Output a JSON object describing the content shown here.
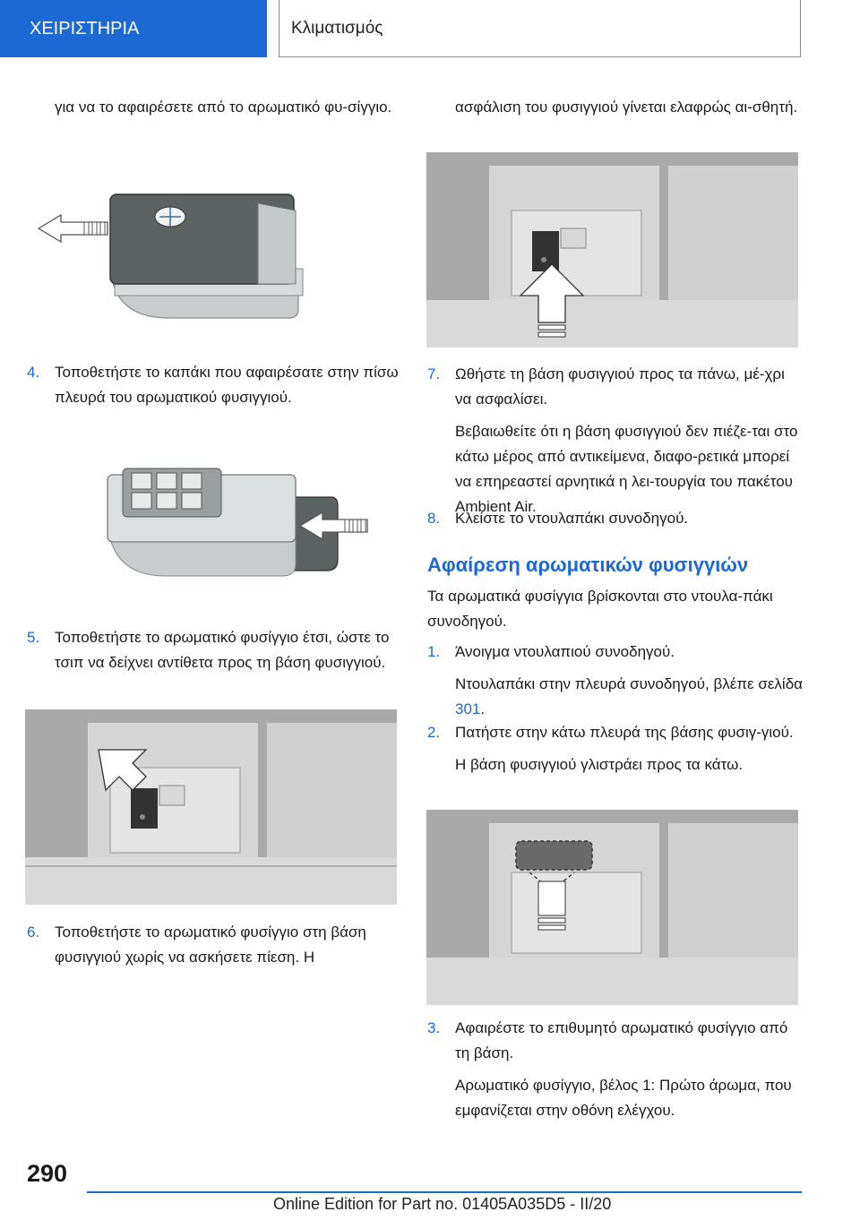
{
  "header": {
    "section": "ΧΕΙΡΙΣΤΗΡΙΑ",
    "chapter": "Κλιματισμός"
  },
  "left": {
    "intro": "για να το αφαιρέσετε από το αρωματικό φυ-σίγγιο.",
    "step4": {
      "num": "4.",
      "text": "Τοποθετήστε το καπάκι που αφαιρέσατε στην πίσω πλευρά του αρωματικού φυσιγγιού."
    },
    "step5": {
      "num": "5.",
      "text": "Τοποθετήστε το αρωματικό φυσίγγιο έτσι, ώστε το τσιπ να δείχνει αντίθετα προς τη βάση φυσιγγιού."
    },
    "step6": {
      "num": "6.",
      "text": "Τοποθετήστε το αρωματικό φυσίγγιο στη βάση φυσιγγιού χωρίς να ασκήσετε πίεση. Η"
    }
  },
  "right": {
    "intro": "ασφάλιση του φυσιγγιού γίνεται ελαφρώς αι-σθητή.",
    "step7": {
      "num": "7.",
      "text": "Ωθήστε τη βάση φυσιγγιού προς τα πάνω, μέ-χρι να ασφαλίσει.",
      "note": "Βεβαιωθείτε ότι η βάση φυσιγγιού δεν πιέζε-ται στο κάτω μέρος από αντικείμενα, διαφο-ρετικά μπορεί να επηρεαστεί αρνητικά η λει-τουργία του πακέτου Ambient Air."
    },
    "step8": {
      "num": "8.",
      "text": "Κλείστε το ντουλαπάκι συνοδηγού."
    },
    "section_title": "Αφαίρεση αρωματικών φυσιγγιών",
    "section_intro": "Τα αρωματικά φυσίγγια βρίσκονται στο ντουλα-πάκι συνοδηγού.",
    "sstep1": {
      "num": "1.",
      "text": "Άνοιγμα ντουλαπιού συνοδηγού.",
      "note_prefix": "Ντουλαπάκι στην πλευρά συνοδηγού, βλέπε σελίδα",
      "note_link": "301",
      "note_suffix": "."
    },
    "sstep2": {
      "num": "2.",
      "text": "Πατήστε στην κάτω πλευρά της βάσης φυσιγ-γιού.",
      "note": "Η βάση φυσιγγιού γλιστράει προς τα κάτω."
    },
    "sstep3": {
      "num": "3.",
      "text": "Αφαιρέστε το επιθυμητό αρωματικό φυσίγγιο από τη βάση.",
      "note": "Αρωματικό φυσίγγιο, βέλος 1: Πρώτο άρωμα, που εμφανίζεται στην οθόνη ελέγχου."
    }
  },
  "footer": {
    "page_number": "290",
    "edition": "Online Edition for Part no. 01405A035D5 - II/20"
  },
  "colors": {
    "accent": "#1c69d4"
  }
}
